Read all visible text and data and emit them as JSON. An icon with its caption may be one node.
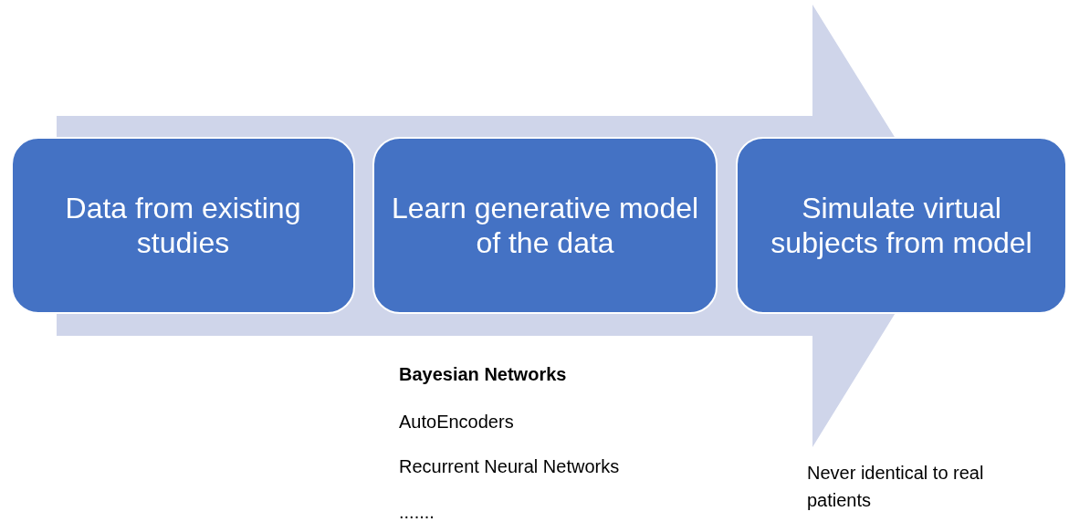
{
  "diagram": {
    "nodes": [
      {
        "text": [
          "Data from existing studies"
        ]
      },
      {
        "text": [
          "Learn generative model of the data"
        ]
      },
      {
        "text": [
          "Simulate virtual subjects from model"
        ]
      }
    ],
    "labels": [
      "Bayesian Networks",
      "AutoEncoders",
      "Recurrent Neural Networks",
      ".......",
      "Never identical to real patients"
    ]
  }
}
